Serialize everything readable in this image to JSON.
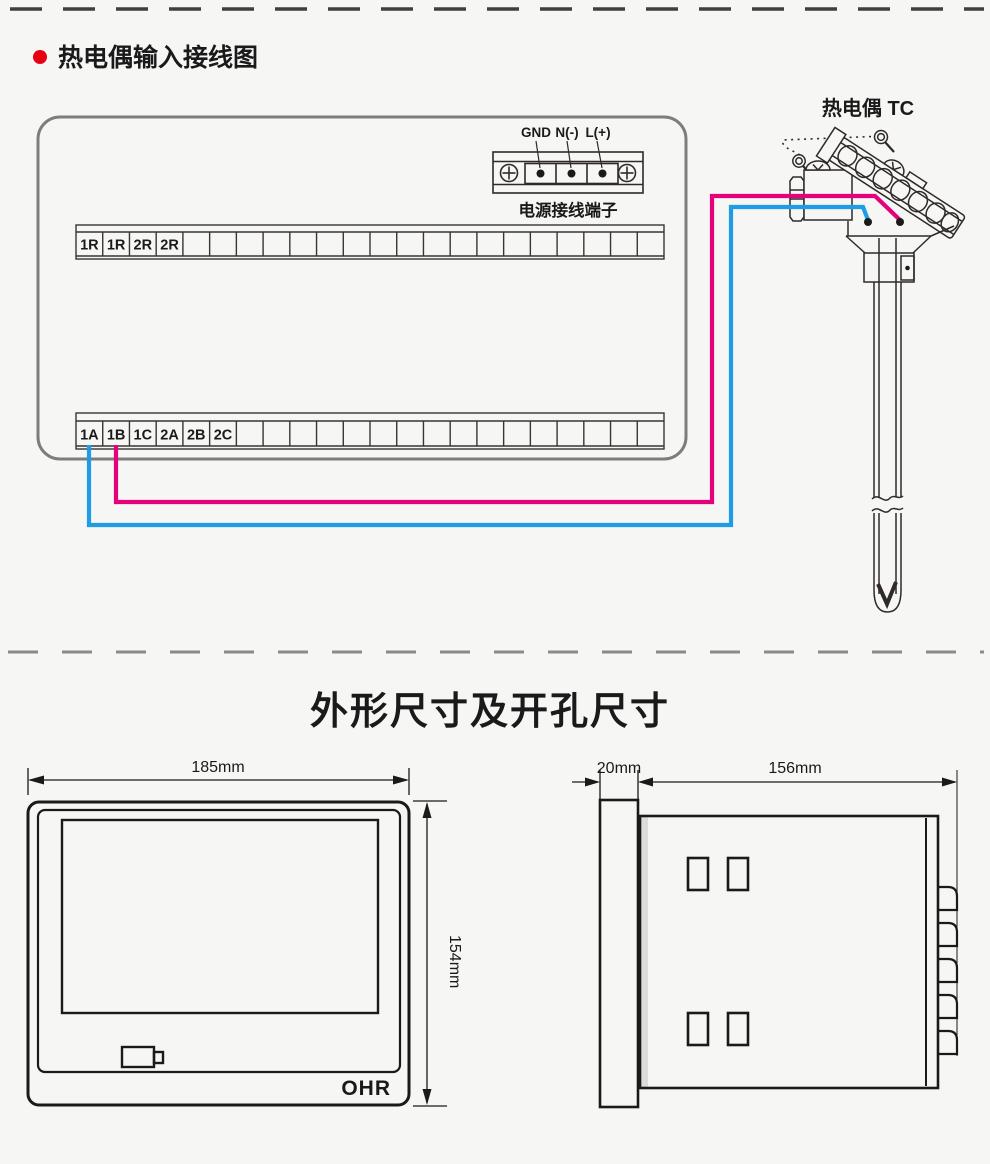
{
  "colors": {
    "wire_positive": "#e4017b",
    "wire_negative": "#1e9ce4",
    "bullet": "#e60012",
    "ink": "#1a1a1a",
    "panel_border": "#7d7d7d"
  },
  "section1": {
    "title": "热电偶输入接线图"
  },
  "wiring": {
    "power_terminal": {
      "labels": [
        "GND",
        "N(-)",
        "L(+)"
      ],
      "caption": "电源接线端子"
    },
    "top_strip": {
      "labels": [
        "1R",
        "1R",
        "2R",
        "2R"
      ],
      "cells": 22
    },
    "bottom_strip": {
      "labels": [
        "1A",
        "1B",
        "1C",
        "2A",
        "2B",
        "2C"
      ],
      "cells": 22
    },
    "sensor_label": "热电偶 TC"
  },
  "section2": {
    "title": "外形尺寸及开孔尺寸",
    "front_view": {
      "width": "185mm",
      "height": "154mm",
      "logo": "OHR"
    },
    "side_view": {
      "depth": "20mm",
      "length": "156mm"
    }
  }
}
